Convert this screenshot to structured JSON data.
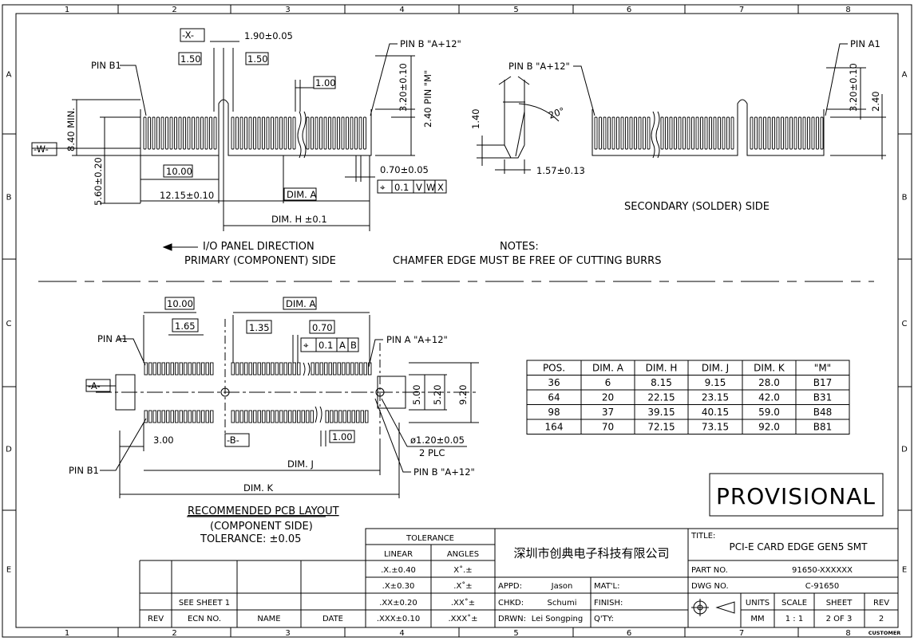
{
  "frame": {
    "columns": [
      "1",
      "2",
      "3",
      "4",
      "5",
      "6",
      "7",
      "8"
    ],
    "rows": [
      "A",
      "B",
      "C",
      "D",
      "E"
    ]
  },
  "top_left": {
    "x_datum": "-X-",
    "w_datum": "-W-",
    "d_190": "1.90±0.05",
    "d_150a": "1.50",
    "d_150b": "1.50",
    "d_100": "1.00",
    "d_840": "8.40 MIN.",
    "d_560": "5.60±0.20",
    "d_1000": "10.00",
    "d_1215": "12.15±0.10",
    "d_dima": "DIM. A",
    "d_dimh": "DIM. H ±0.1",
    "d_070": "0.70±0.05",
    "fcf": [
      "⌖",
      "0.1",
      "V",
      "W",
      "X"
    ],
    "d_320pin": "3.20±0.10",
    "d_240pin": "2.40 PIN \"M\"",
    "pin_b1": "PIN B1",
    "pin_b_a12": "PIN B \"A+12\"",
    "io_dir": "I/O PANEL DIRECTION",
    "primary": "PRIMARY (COMPONENT) SIDE"
  },
  "chamfer": {
    "pin_b_a12": "PIN B \"A+12\"",
    "d_140": "1.40",
    "angle": "20°",
    "d_157": "1.57±0.13"
  },
  "top_right": {
    "pin_a1": "PIN A1",
    "d_320": "3.20±0.10",
    "d_240": "2.40",
    "secondary": "SECONDARY (SOLDER) SIDE"
  },
  "notes": {
    "title": "NOTES:",
    "text": "CHAMFER EDGE MUST BE FREE OF CUTTING BURRS"
  },
  "pcb": {
    "d_1000": "10.00",
    "d_dima": "DIM. A",
    "d_165": "1.65",
    "d_135": "1.35",
    "d_070": "0.70",
    "fcf": [
      "⌖",
      "0.1",
      "A",
      "B"
    ],
    "pin_a1": "PIN A1",
    "pin_a_a12": "PIN A \"A+12\"",
    "a_datum": "-A-",
    "b_datum": "-B-",
    "d_300": "3.00",
    "d_100": "1.00",
    "d_500": "5.00",
    "d_520": "5.20",
    "d_920": "9.20",
    "d_hole": "ø1.20±0.05",
    "d_plc": "2 PLC",
    "d_dimj": "DIM. J",
    "d_dimk": "DIM. K",
    "pin_b1": "PIN B1",
    "pin_b_a12": "PIN B \"A+12\"",
    "title": "RECOMMENDED PCB LAYOUT",
    "subtitle": "(COMPONENT SIDE)",
    "tolerance": "TOLERANCE: ±0.05"
  },
  "table": {
    "headers": [
      "POS.",
      "DIM. A",
      "DIM. H",
      "DIM. J",
      "DIM. K",
      "\"M\""
    ],
    "rows": [
      [
        "36",
        "6",
        "8.15",
        "9.15",
        "28.0",
        "B17"
      ],
      [
        "64",
        "20",
        "22.15",
        "23.15",
        "42.0",
        "B31"
      ],
      [
        "98",
        "37",
        "39.15",
        "40.15",
        "59.0",
        "B48"
      ],
      [
        "164",
        "70",
        "72.15",
        "73.15",
        "92.0",
        "B81"
      ]
    ]
  },
  "stamp": "PROVISIONAL",
  "title_block": {
    "tolerance_title": "TOLERANCE",
    "linear": "LINEAR",
    "angles": "ANGLES",
    "tol_rows": [
      [
        ".X.±0.40",
        "X˚.±"
      ],
      [
        ".X±0.30",
        ".X˚±"
      ],
      [
        ".XX±0.20",
        ".XX˚±"
      ],
      [
        ".XXX±0.10",
        ".XXX˚±"
      ]
    ],
    "company": "深圳市创典电子科技有限公司",
    "appd_label": "APPD:",
    "appd": "Jason",
    "chkd_label": "CHKD:",
    "chkd": "Schumi",
    "drwn_label": "DRWN:",
    "drwn": "Lei Songping",
    "matl": "MAT'L:",
    "finish": "FINISH:",
    "qty": "Q'TY:",
    "title_label": "TITLE:",
    "title": "PCI-E CARD EDGE GEN5 SMT",
    "part_label": "PART NO.",
    "part": "91650-XXXXXX",
    "dwg_label": "DWG NO.",
    "dwg": "C-91650",
    "units_label": "UNITS",
    "units": "MM",
    "scale_label": "SCALE",
    "scale": "1 : 1",
    "sheet_label": "SHEET",
    "sheet": "2 OF 3",
    "rev_label": "REV",
    "rev": "2",
    "rev_col": "REV",
    "ecn_col": "ECN NO.",
    "name_col": "NAME",
    "date_col": "DATE",
    "see_sheet": "SEE SHEET 1",
    "customer": "CUSTOMER"
  }
}
